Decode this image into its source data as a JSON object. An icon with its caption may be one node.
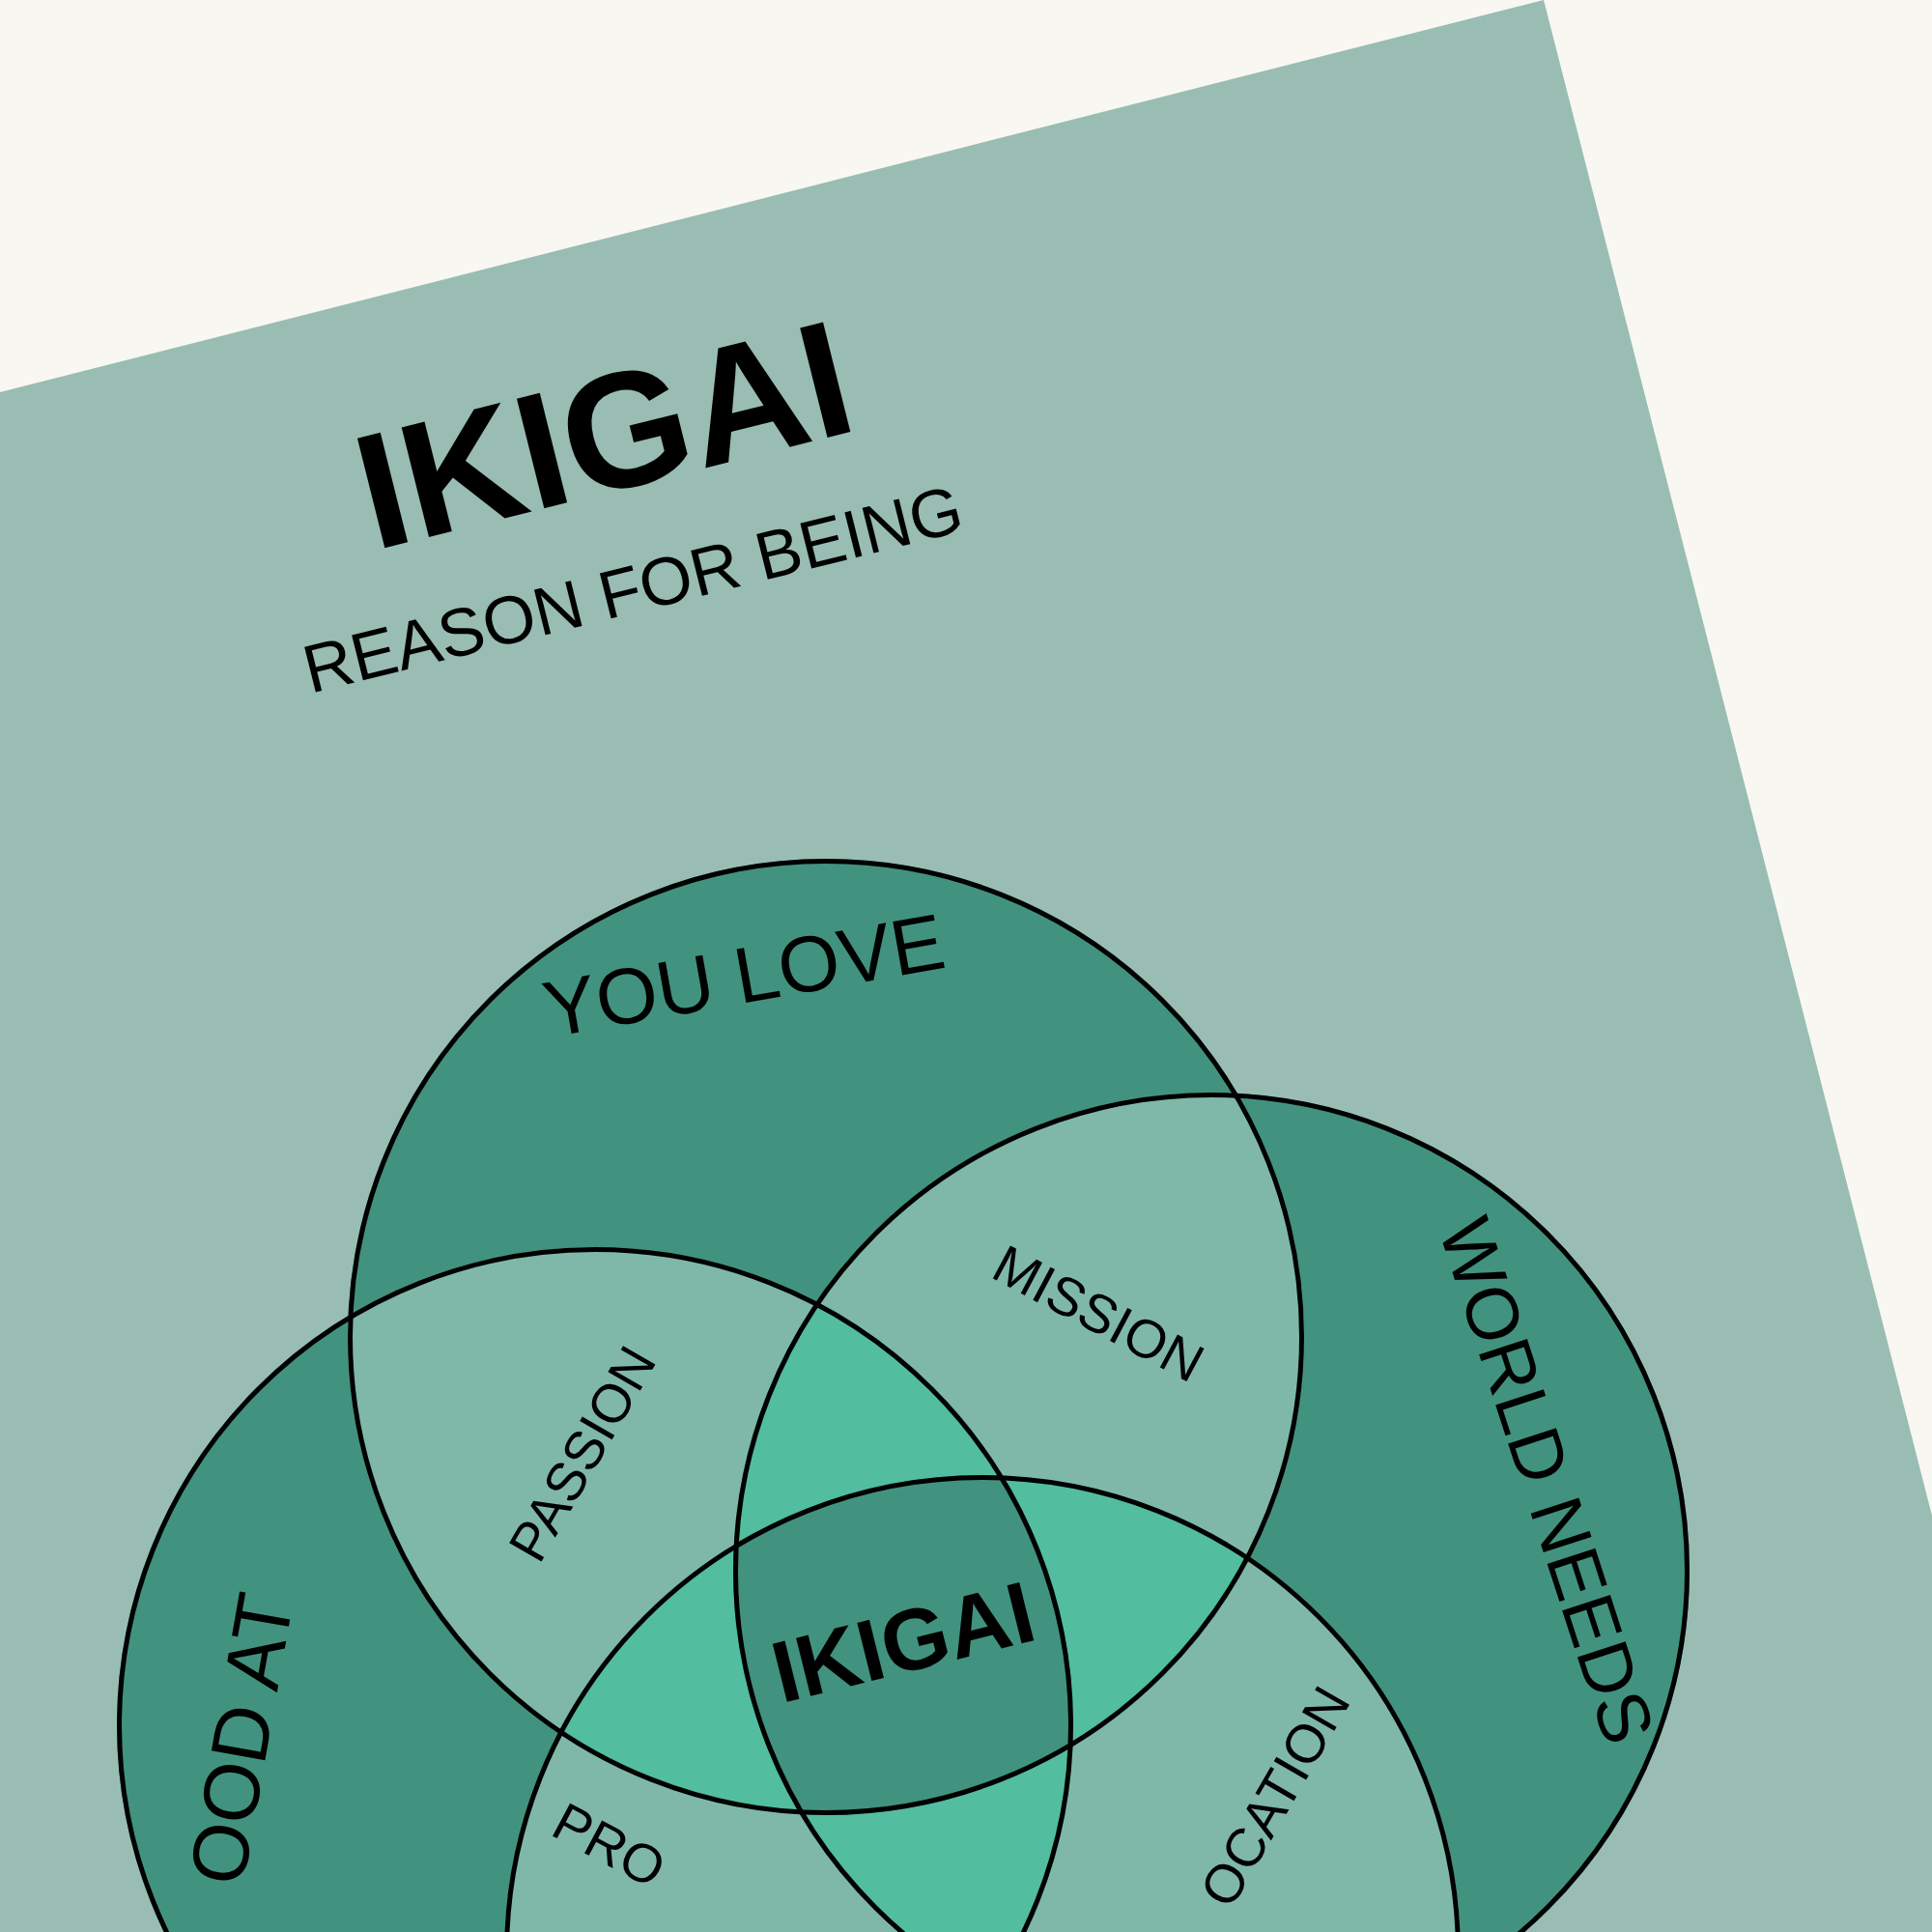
{
  "diagram": {
    "title": "IKIGAI",
    "nodes": [
      {
        "text": [
          "YOU LOVE"
        ]
      },
      {
        "text": [
          "WORLD NEEDS"
        ]
      },
      {
        "text": [
          "OOD AT"
        ]
      },
      {
        "text": [],
        "shape": "circle"
      }
    ],
    "labels": [
      "REASON FOR BEING",
      "MISSION",
      "PASSION",
      "IKIGAI",
      "OCATION",
      "PRO"
    ]
  }
}
